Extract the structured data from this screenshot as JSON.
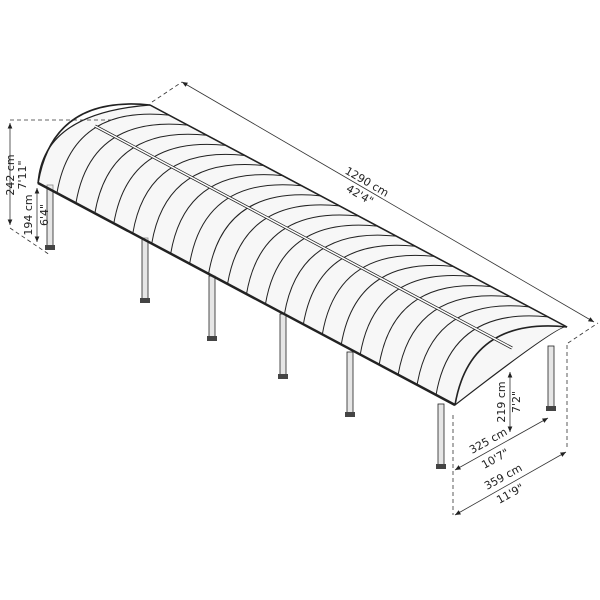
{
  "dimensions": {
    "total_height": {
      "metric": "242 cm",
      "imperial": "7'11\""
    },
    "eave_height_left": {
      "metric": "194 cm",
      "imperial": "6'4\""
    },
    "length": {
      "metric": "1290 cm",
      "imperial": "42'4\""
    },
    "eave_height_right": {
      "metric": "219 cm",
      "imperial": "7'2\""
    },
    "post_width": {
      "metric": "325 cm",
      "imperial": "10'7\""
    },
    "total_width": {
      "metric": "359 cm",
      "imperial": "11'9\""
    }
  },
  "colors": {
    "line": "#222222",
    "roof": "#ffffff",
    "post": "#e6e6e6"
  }
}
